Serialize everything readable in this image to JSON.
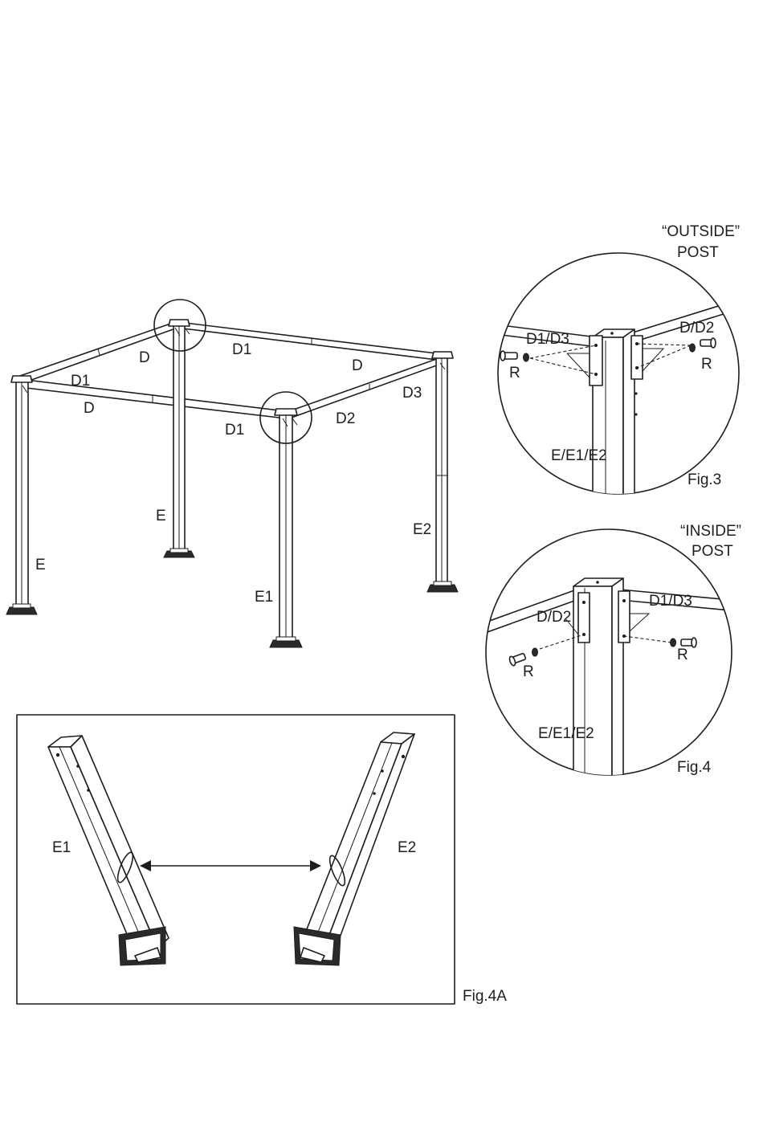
{
  "main_frame": {
    "labels": {
      "d_back_left": "D",
      "d1_back": "D1",
      "d_right": "D",
      "d1_left": "D1",
      "d_front_left": "D",
      "d1_front": "D1",
      "d2": "D2",
      "d3": "D3",
      "e_back": "E",
      "e_front_left": "E",
      "e1": "E1",
      "e2": "E2"
    }
  },
  "fig3": {
    "title_line1": "“OUTSIDE”",
    "title_line2": "POST",
    "beam_left": "D1/D3",
    "beam_right": "D/D2",
    "bolt_left": "R",
    "bolt_right": "R",
    "post": "E/E1/E2",
    "caption": "Fig.3"
  },
  "fig4": {
    "title_line1": "“INSIDE”",
    "title_line2": "POST",
    "beam_left": "D/D2",
    "beam_right": "D1/D3",
    "bolt_left": "R",
    "bolt_right": "R",
    "post": "E/E1/E2",
    "caption": "Fig.4"
  },
  "fig4a": {
    "left_post": "E1",
    "right_post": "E2",
    "caption": "Fig.4A"
  }
}
